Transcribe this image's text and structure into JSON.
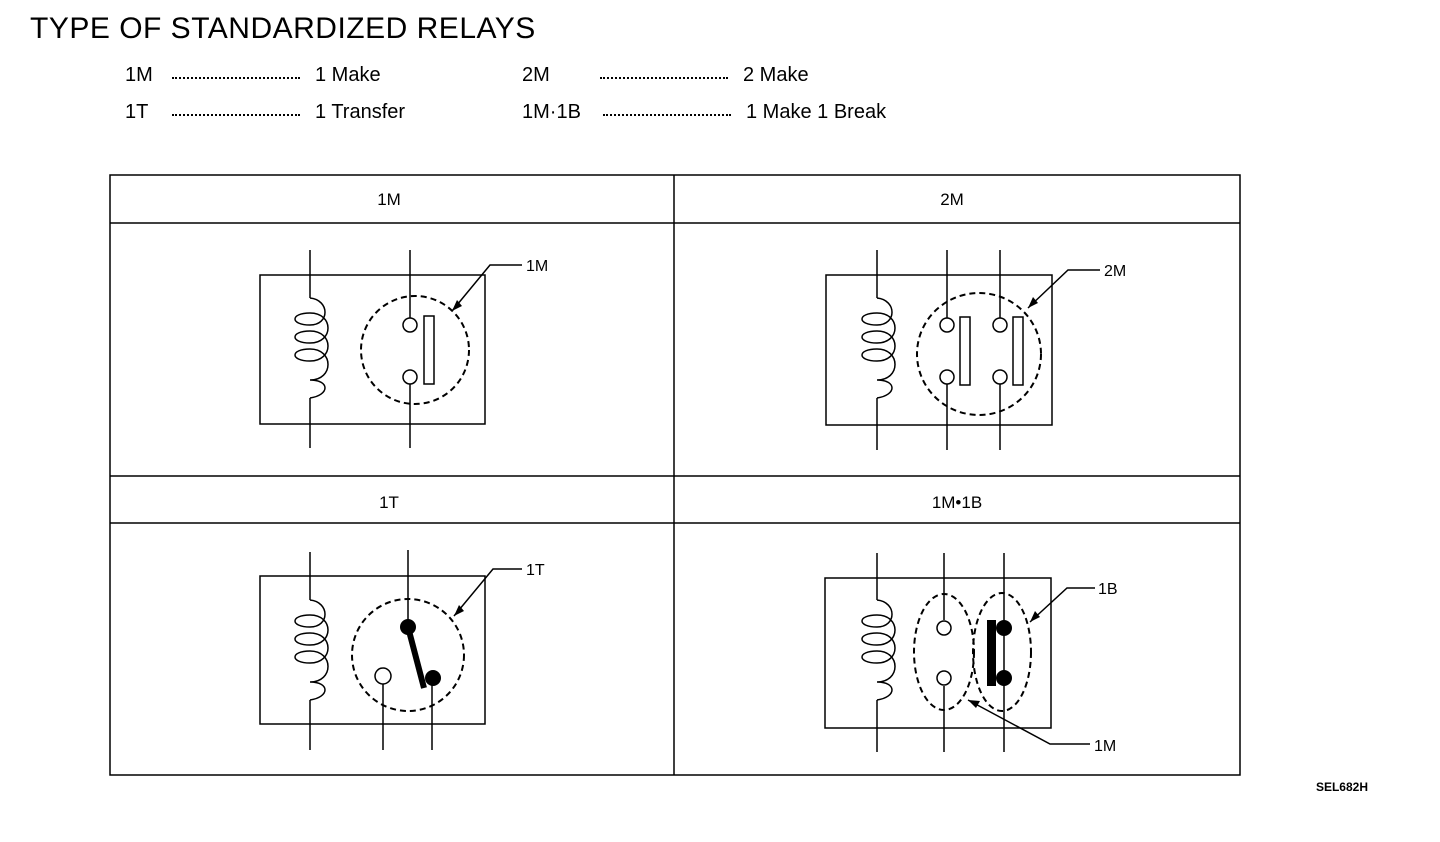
{
  "title": "TYPE OF STANDARDIZED RELAYS",
  "legend": [
    {
      "code": "1M",
      "meaning": "1 Make"
    },
    {
      "code": "2M",
      "meaning": "2 Make"
    },
    {
      "code": "1T",
      "meaning": "1 Transfer"
    },
    {
      "code": "1M·1B",
      "meaning": "1 Make 1 Break"
    }
  ],
  "table": {
    "headers": [
      "1M",
      "2M",
      "1T",
      "1M•1B"
    ]
  },
  "callouts": {
    "cell_1m": "1M",
    "cell_2m": "2M",
    "cell_1t": "1T",
    "cell_1b": "1B",
    "cell_1m_of_1m1b": "1M"
  },
  "figure_code": "SEL682H"
}
